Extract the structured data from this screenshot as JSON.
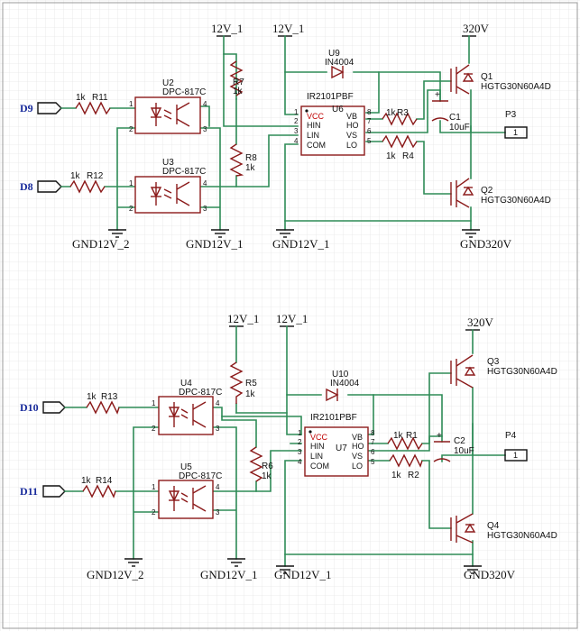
{
  "nets": {
    "v12": "12V_1",
    "v320": "320V",
    "gnd12_2": "GND12V_2",
    "gnd12_1": "GND12V_1",
    "gnd320": "GND320V"
  },
  "top": {
    "signals": {
      "d_a": "D9",
      "d_b": "D8"
    },
    "resistors": {
      "r11": {
        "name": "R11",
        "value": "1k"
      },
      "r12": {
        "name": "R12",
        "value": "1k"
      },
      "r7": {
        "name": "R7",
        "value": "1k"
      },
      "r8": {
        "name": "R8",
        "value": "1k"
      },
      "r3": {
        "name": "R3",
        "value": "1k"
      },
      "r4": {
        "name": "R4",
        "value": "1k"
      }
    },
    "optos": {
      "u2": {
        "name": "U2",
        "part": "DPC-817C"
      },
      "u3": {
        "name": "U3",
        "part": "DPC-817C"
      }
    },
    "diode": {
      "name": "U9",
      "part": "IN4004"
    },
    "driver": {
      "name": "U6",
      "part": "IR2101PBF"
    },
    "cap": {
      "name": "C1",
      "value": "10uF"
    },
    "igbts": {
      "q1": {
        "name": "Q1",
        "part": "HGTG30N60A4D"
      },
      "q2": {
        "name": "Q2",
        "part": "HGTG30N60A4D"
      }
    },
    "port": {
      "name": "P3",
      "pin": "1"
    }
  },
  "bottom": {
    "signals": {
      "d_a": "D10",
      "d_b": "D11"
    },
    "resistors": {
      "r13": {
        "name": "R13",
        "value": "1k"
      },
      "r14": {
        "name": "R14",
        "value": "1k"
      },
      "r5": {
        "name": "R5",
        "value": "1k"
      },
      "r6": {
        "name": "R6",
        "value": "1k"
      },
      "r1": {
        "name": "R1",
        "value": "1k"
      },
      "r2": {
        "name": "R2",
        "value": "1k"
      }
    },
    "optos": {
      "u4": {
        "name": "U4",
        "part": "DPC-817C"
      },
      "u5": {
        "name": "U5",
        "part": "DPC-817C"
      }
    },
    "diode": {
      "name": "U10",
      "part": "IN4004"
    },
    "driver": {
      "name": "U7",
      "part": "IR2101PBF"
    },
    "cap": {
      "name": "C2",
      "value": "10uF"
    },
    "igbts": {
      "q3": {
        "name": "Q3",
        "part": "HGTG30N60A4D"
      },
      "q4": {
        "name": "Q4",
        "part": "HGTG30N60A4D"
      }
    },
    "port": {
      "name": "P4",
      "pin": "1"
    }
  },
  "ic_pins": {
    "vcc": "VCC",
    "hin": "HIN",
    "lin": "LIN",
    "com": "COM",
    "vb": "VB",
    "ho": "HO",
    "vs": "VS",
    "lo": "LO",
    "n1": "1",
    "n2": "2",
    "n3": "3",
    "n4": "4",
    "n5": "5",
    "n6": "6",
    "n7": "7",
    "n8": "8"
  },
  "opto_pins": {
    "p1": "1",
    "p2": "2",
    "p3": "3",
    "p4": "4"
  },
  "cap_polarity": "+",
  "colors": {
    "wire": "#2e8b57",
    "component": "#8b1a1a",
    "pin_text": "#c00000",
    "signal": "#1a2c9c",
    "grid": "#e6e6e6"
  }
}
